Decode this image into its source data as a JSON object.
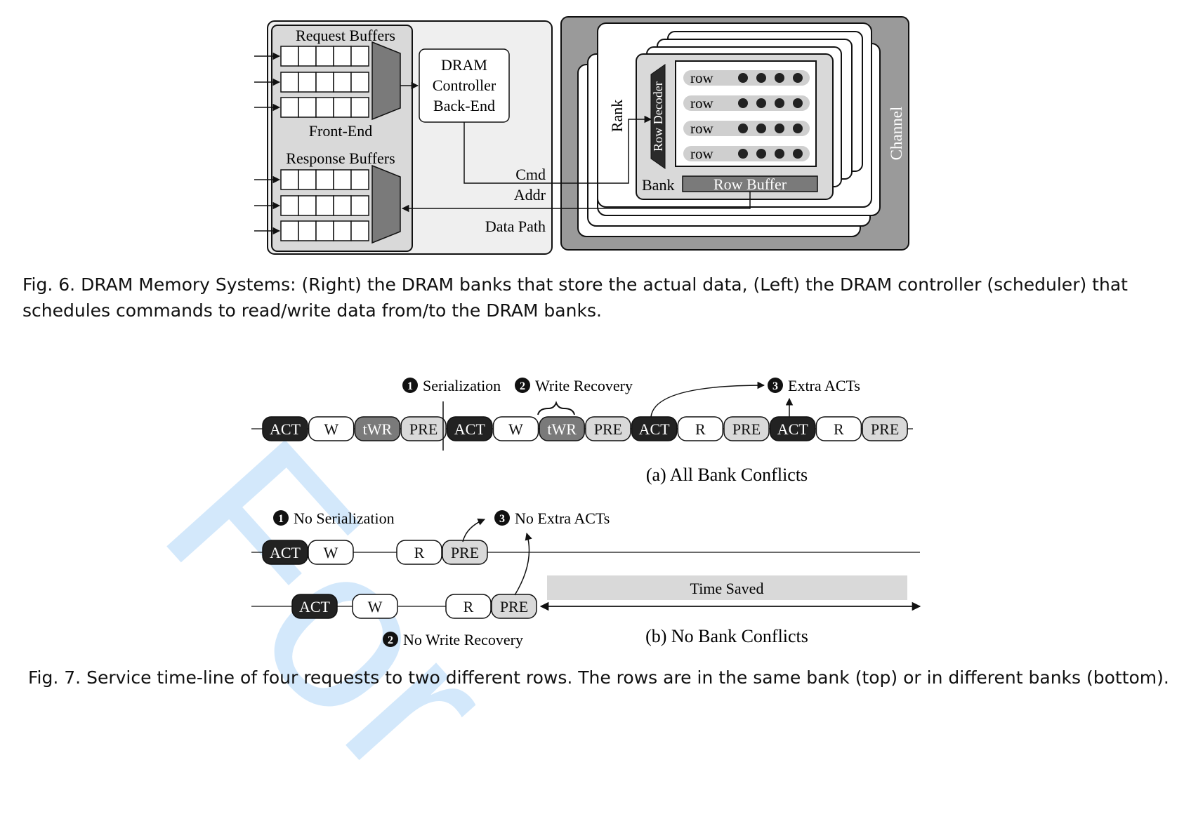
{
  "fig6": {
    "request_buffers": "Request Buffers",
    "front_end": "Front-End",
    "response_buffers": "Response Buffers",
    "backend_line1": "DRAM",
    "backend_line2": "Controller",
    "backend_line3": "Back-End",
    "cmd": "Cmd",
    "addr": "Addr",
    "data_path": "Data Path",
    "rank": "Rank",
    "row_decoder": "Row Decoder",
    "row_label": "row",
    "bank": "Bank",
    "row_buffer": "Row Buffer",
    "channel": "Channel",
    "caption": "Fig. 6.  DRAM Memory Systems: (Right) the DRAM banks that store the actual data, (Left) the DRAM controller (scheduler) that schedules commands to read/write data from/to the DRAM banks."
  },
  "fig7": {
    "serialization": "Serialization",
    "write_recovery": "Write Recovery",
    "extra_acts": "Extra ACTs",
    "timeline_a": [
      "ACT",
      "W",
      "tWR",
      "PRE",
      "ACT",
      "W",
      "tWR",
      "PRE",
      "ACT",
      "R",
      "PRE",
      "ACT",
      "R",
      "PRE"
    ],
    "label_a": "(a) All Bank Conflicts",
    "no_serialization": "No Serialization",
    "no_extra_acts": "No Extra ACTs",
    "timeline_b1": [
      "ACT",
      "W",
      "R",
      "PRE"
    ],
    "timeline_b2": [
      "ACT",
      "W",
      "R",
      "PRE"
    ],
    "time_saved": "Time Saved",
    "no_write_recovery": "No Write Recovery",
    "label_b": "(b) No Bank Conflicts",
    "caption": "Fig. 7.  Service time-line of four requests to two different rows. The rows are in the same bank (top) or in different banks (bottom)."
  },
  "watermark": "For"
}
